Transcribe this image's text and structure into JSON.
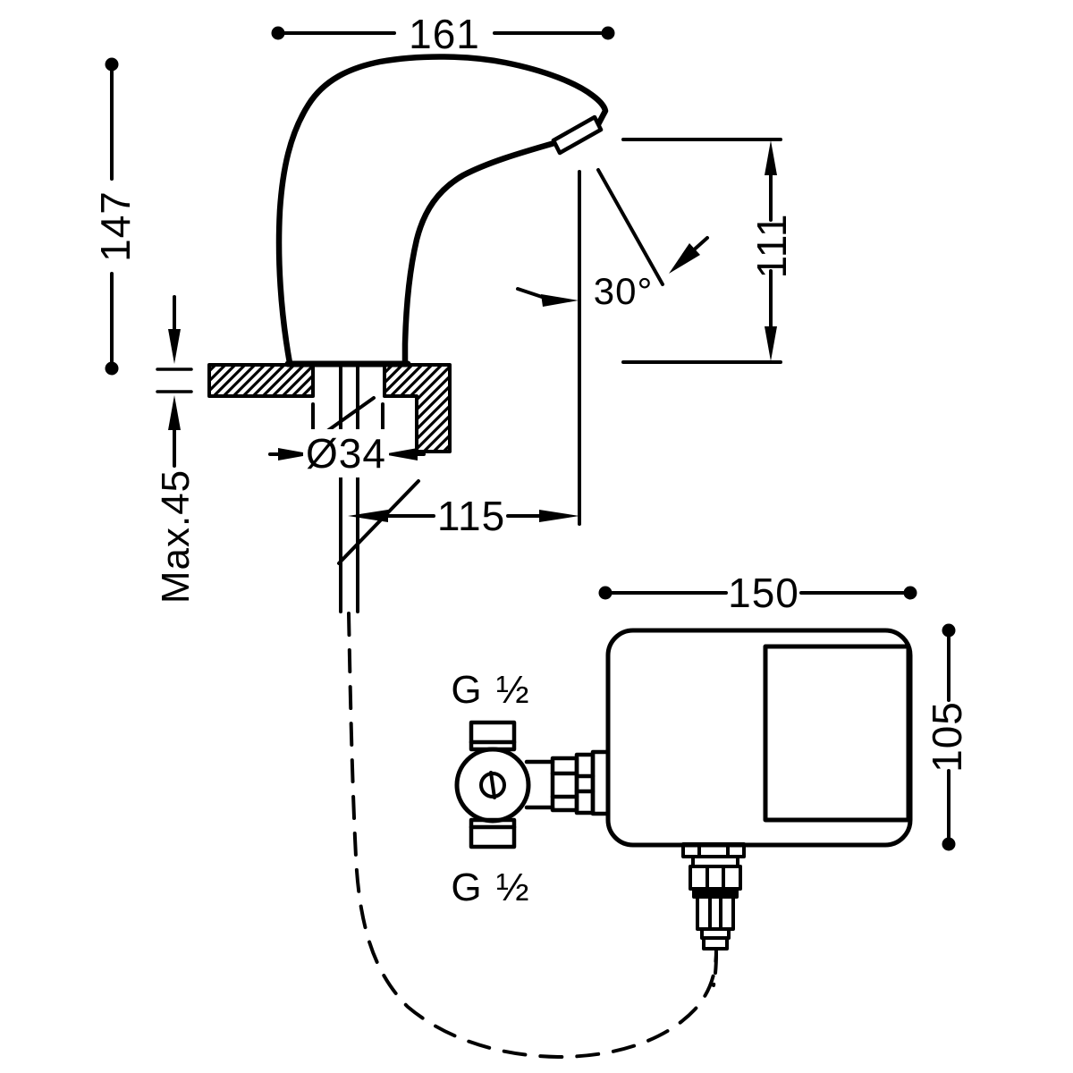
{
  "title": "Sensor basin tap technical dimension drawing",
  "colors": {
    "ink": "#000000",
    "background": "#ffffff"
  },
  "labels": {
    "spout_reach": "161",
    "spout_height": "147",
    "outlet_height": "111",
    "spray_angle": "30°",
    "hole_diameter": "Ø34",
    "outlet_offset": "115",
    "deck_thickness": "Max.45",
    "box_width": "150",
    "box_height": "105",
    "thread_top": "G ½",
    "thread_bottom": "G ½"
  }
}
